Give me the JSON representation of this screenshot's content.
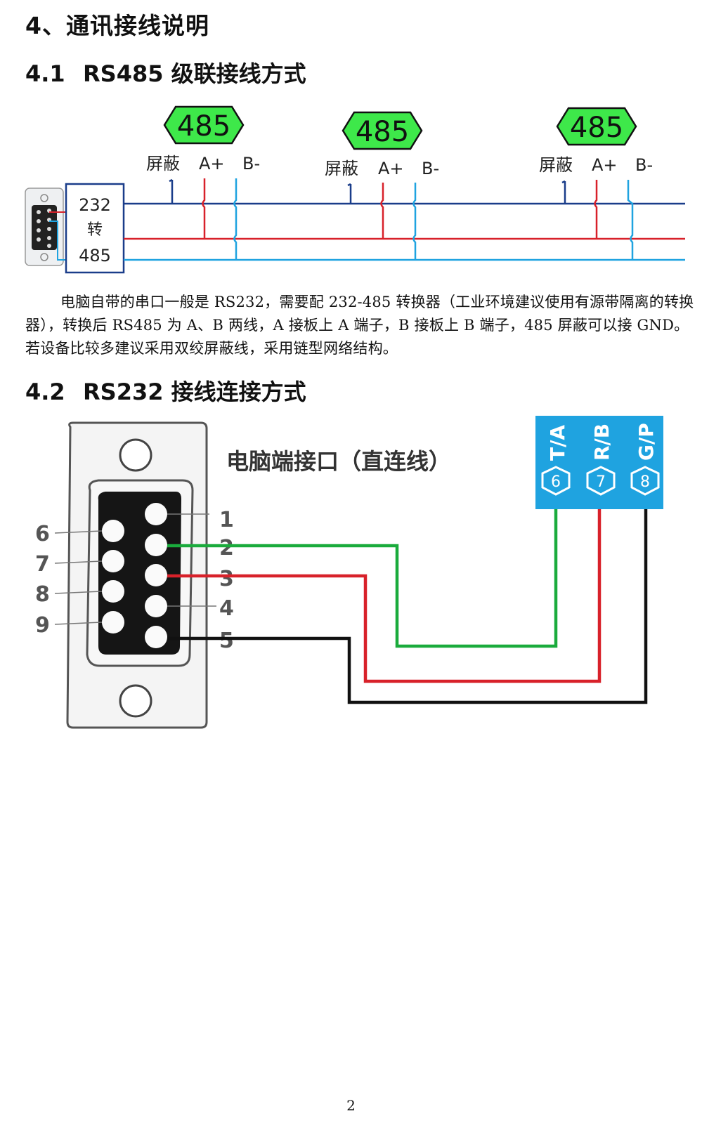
{
  "heading": "4、通讯接线说明",
  "section1": {
    "num": "4.1",
    "title": "RS485 级联接线方式",
    "badge": "485",
    "labels": {
      "shield": "屏蔽",
      "a": "A+",
      "b": "B-"
    },
    "converter": {
      "line1": "232",
      "line2": "转",
      "line3": "485"
    },
    "paragraph": "电脑自带的串口一般是 RS232，需要配 232-485 转换器（工业环境建议使用有源带隔离的转换器），转换后 RS485 为 A、B 两线，A 接板上 A 端子，B 接板上 B 端子，485 屏蔽可以接 GND。若设备比较多建议采用双绞屏蔽线，采用链型网络结构。"
  },
  "section2": {
    "num": "4.2",
    "title": "RS232 接线连接方式",
    "connector_title": "电脑端接口（直连线）",
    "pins_right": [
      "1",
      "2",
      "3",
      "4",
      "5"
    ],
    "pins_left": [
      "6",
      "7",
      "8",
      "9"
    ],
    "terminal": {
      "labels": [
        "T/A",
        "R/B",
        "G/P"
      ],
      "numbers": [
        "6",
        "7",
        "8"
      ],
      "color": "#1fa3e0"
    },
    "wire_colors": {
      "green": "#1aab3c",
      "red": "#d8212a",
      "black": "#111111"
    }
  },
  "page_number": "2"
}
